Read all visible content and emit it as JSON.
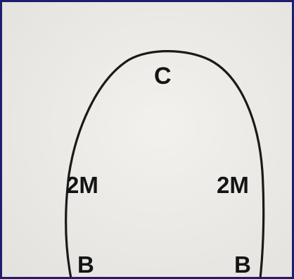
{
  "labels": {
    "top": "C",
    "left_middle": "2M",
    "right_middle": "2M",
    "left_bottom": "B",
    "right_bottom": "B"
  },
  "colors": {
    "border": "#1e1e6e",
    "cable": "#1a1a1a",
    "background": "#ecebe8",
    "text": "#141414"
  }
}
